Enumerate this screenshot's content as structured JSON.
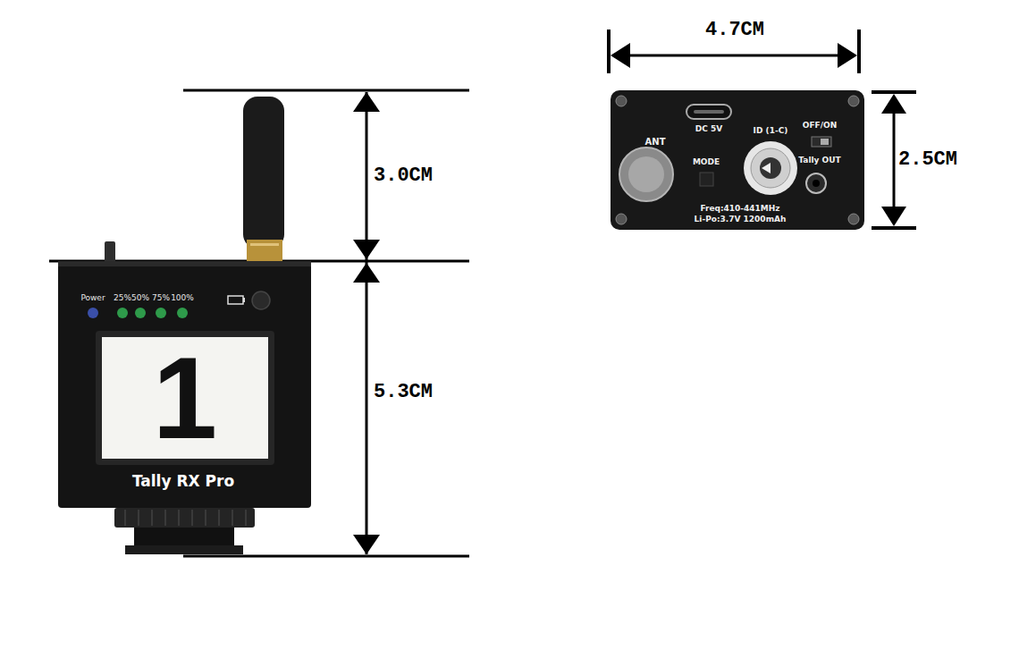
{
  "diagram": {
    "nodes": [
      {
        "text": [
          "Power",
          "25%",
          "50%",
          "75%",
          "100%",
          "Tally RX Pro"
        ]
      },
      {
        "text": [
          "1"
        ],
        "in": 0
      },
      {
        "text": [
          "ANT",
          "DC 5V",
          "ID (1-C)",
          "OFF/ON",
          "MODE",
          "Tally OUT",
          "Freq:410-441MHz",
          "Li-Po:3.7V 1200mAh"
        ]
      }
    ],
    "labels": [
      "3.0CM",
      "5.3CM",
      "4.7CM",
      "2.5CM"
    ]
  }
}
